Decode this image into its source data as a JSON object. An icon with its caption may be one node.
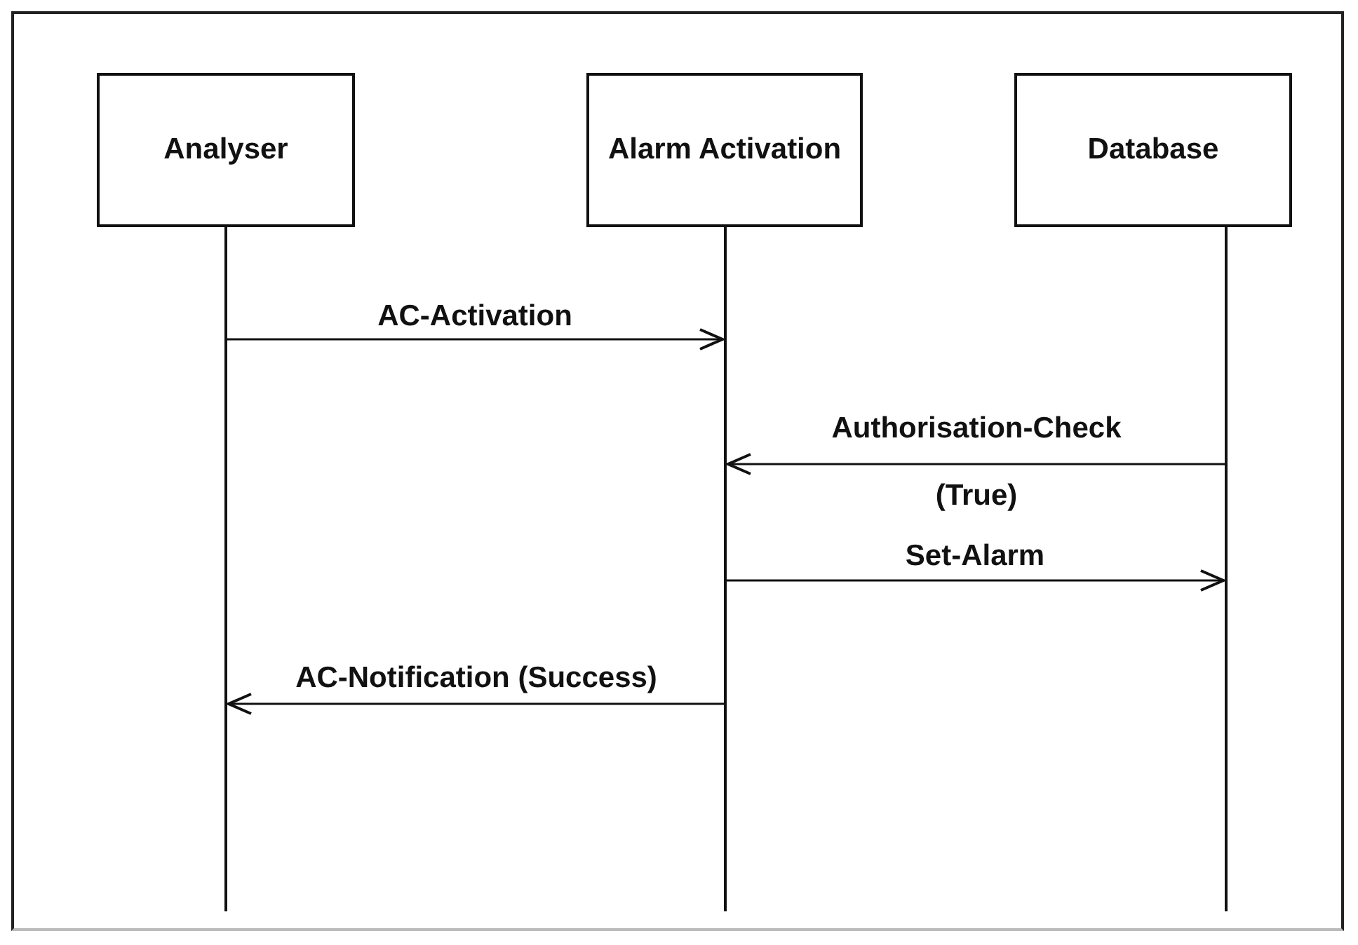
{
  "diagram": {
    "nodes": [
      {
        "text": [
          "Analyser"
        ]
      },
      {
        "text": [
          "Alarm Activation"
        ]
      },
      {
        "text": [
          "Database"
        ]
      },
      {
        "text": [],
        "shape": "bar"
      },
      {
        "text": [],
        "shape": "bar"
      },
      {
        "text": [],
        "shape": "bar"
      }
    ],
    "edges": [
      {
        "from": 3,
        "to": 4,
        "arrow": "to",
        "label": "AC-Activation"
      },
      {
        "from": 5,
        "to": 4,
        "arrow": "to",
        "label": "Authorisation-Check (True)"
      },
      {
        "from": 4,
        "to": 5,
        "arrow": "to",
        "label": "Set-Alarm"
      },
      {
        "from": 4,
        "to": 3,
        "arrow": "to",
        "label": "AC-Notification (Success)"
      }
    ]
  }
}
